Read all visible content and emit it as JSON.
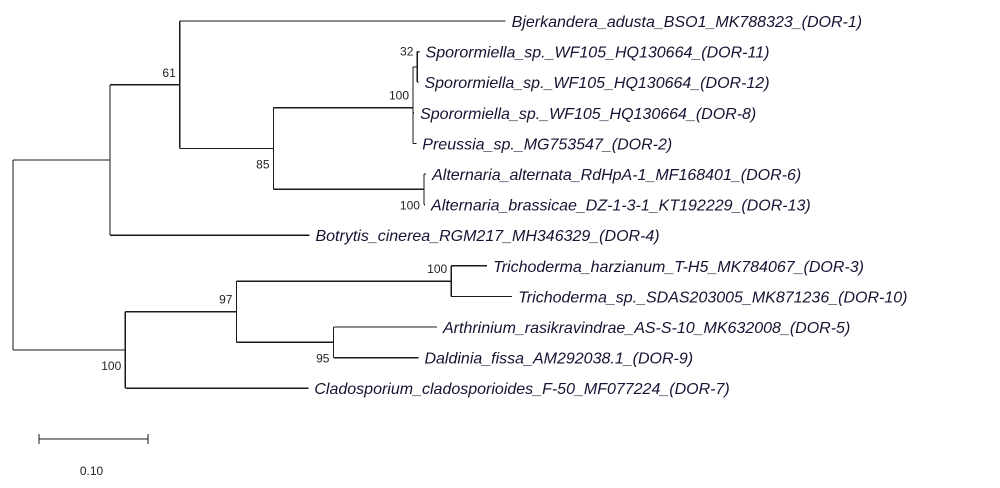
{
  "tree": {
    "scale_bar": {
      "value": 0.1,
      "label": "0.10"
    },
    "root": {
      "depth": 0,
      "children": [
        {
          "depth": 0.089,
          "children": [
            {
              "depth": 0.153,
              "bootstrap": "61",
              "label_pos": "above",
              "children": [
                {
                  "depth": 0.452,
                  "leaf": "Bjerkandera_adusta_BSO1_MK788323_(DOR-1)"
                },
                {
                  "depth": 0.239,
                  "bootstrap": "85",
                  "label_pos": "below",
                  "children": [
                    {
                      "depth": 0.367,
                      "bootstrap": "100",
                      "label_pos": "above",
                      "children": [
                        {
                          "depth": 0.371,
                          "bootstrap": "32",
                          "label_pos": "top",
                          "children": [
                            {
                              "depth": 0.373,
                              "leaf": "Sporormiella_sp._WF105_HQ130664_(DOR-11)"
                            },
                            {
                              "depth": 0.372,
                              "leaf": "Sporormiella_sp._WF105_HQ130664_(DOR-12)"
                            }
                          ]
                        },
                        {
                          "depth": 0.368,
                          "leaf": "Sporormiella_sp._WF105_HQ130664_(DOR-8)"
                        },
                        {
                          "depth": 0.37,
                          "leaf": "Preussia_sp._MG753547_(DOR-2)"
                        }
                      ]
                    },
                    {
                      "depth": 0.377,
                      "bootstrap": "100",
                      "label_pos": "below",
                      "children": [
                        {
                          "depth": 0.379,
                          "leaf": "Alternaria_alternata_RdHpA-1_MF168401_(DOR-6)"
                        },
                        {
                          "depth": 0.378,
                          "leaf": "Alternaria_brassicae_DZ-1-3-1_KT192229_(DOR-13)"
                        }
                      ]
                    }
                  ]
                }
              ]
            },
            {
              "depth": 0.272,
              "leaf": "Botrytis_cinerea_RGM217_MH346329_(DOR-4)"
            }
          ]
        },
        {
          "depth": 0.103,
          "bootstrap": "100",
          "label_pos": "below",
          "children": [
            {
              "depth": 0.205,
              "bootstrap": "97",
              "label_pos": "above",
              "children": [
                {
                  "depth": 0.402,
                  "bootstrap": "100",
                  "label_pos": "above",
                  "children": [
                    {
                      "depth": 0.435,
                      "leaf": "Trichoderma_harzianum_T-H5_MK784067_(DOR-3)"
                    },
                    {
                      "depth": 0.458,
                      "leaf": "Trichoderma_sp._SDAS203005_MK871236_(DOR-10)"
                    }
                  ]
                },
                {
                  "depth": 0.294,
                  "bootstrap": "95",
                  "label_pos": "below",
                  "children": [
                    {
                      "depth": 0.389,
                      "leaf": "Arthrinium_rasikravindrae_AS-S-10_MK632008_(DOR-5)"
                    },
                    {
                      "depth": 0.372,
                      "leaf": "Daldinia_fissa_AM292038.1_(DOR-9)"
                    }
                  ]
                }
              ]
            },
            {
              "depth": 0.271,
              "leaf": "Cladosporium_cladosporioides_F-50_MF077224_(DOR-7)"
            }
          ]
        }
      ]
    }
  }
}
